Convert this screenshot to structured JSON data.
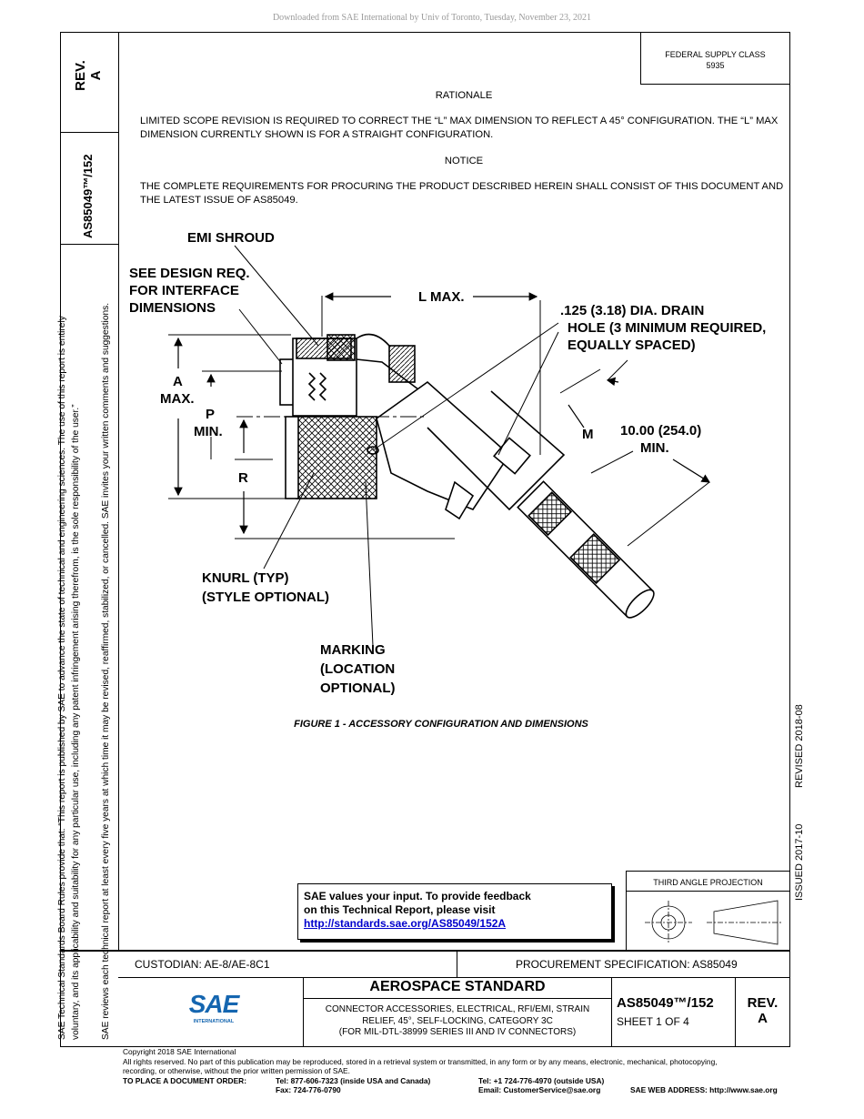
{
  "download_note": "Downloaded from SAE International by Univ of Toronto, Tuesday, November 23, 2021",
  "side": {
    "rev_label": "REV.",
    "rev_value": "A",
    "doc_number": "AS85049™/152",
    "rules_line1": "SAE Technical Standards Board Rules provide that: “This report is published by SAE to advance the state of technical and engineering sciences. The use of this report is entirely",
    "rules_line2": "voluntary, and its applicability and suitability for any particular use, including any patent infringement arising therefrom, is the sole responsibility of the user.”",
    "review_line": "SAE reviews each technical report at least every five years at which time it may be revised, reaffirmed, stabilized, or cancelled. SAE invites your written comments and suggestions."
  },
  "federal_supply": {
    "label": "FEDERAL SUPPLY CLASS",
    "value": "5935"
  },
  "rationale": {
    "heading": "RATIONALE",
    "text": "LIMITED SCOPE REVISION IS REQUIRED TO CORRECT THE “L” MAX DIMENSION TO REFLECT A 45° CONFIGURATION. THE “L” MAX DIMENSION CURRENTLY SHOWN IS FOR A STRAIGHT CONFIGURATION."
  },
  "notice": {
    "heading": "NOTICE",
    "text": "THE COMPLETE REQUIREMENTS FOR PROCURING THE PRODUCT DESCRIBED HEREIN SHALL CONSIST OF THIS DOCUMENT AND THE LATEST ISSUE OF AS85049."
  },
  "figure": {
    "labels": {
      "emi_shroud": "EMI SHROUD",
      "design_req_1": "SEE DESIGN REQ.",
      "design_req_2": "FOR INTERFACE",
      "design_req_3": "DIMENSIONS",
      "l_max": "L MAX.",
      "drain_1": ".125 (3.18) DIA. DRAIN",
      "drain_2": "HOLE (3 MINIMUM REQUIRED,",
      "drain_3": "EQUALLY SPACED)",
      "a": "A",
      "a_max": "MAX.",
      "p": "P",
      "p_min": "MIN.",
      "r": "R",
      "m": "M",
      "len_1": "10.00 (254.0)",
      "len_2": "MIN.",
      "knurl_1": "KNURL (TYP)",
      "knurl_2": "(STYLE OPTIONAL)",
      "marking_1": "MARKING",
      "marking_2": "(LOCATION",
      "marking_3": "OPTIONAL)"
    },
    "caption": "FIGURE 1 - ACCESSORY CONFIGURATION AND DIMENSIONS"
  },
  "dates": {
    "issued": "ISSUED 2017-10",
    "revised": "REVISED 2018-08"
  },
  "feedback": {
    "line1": "SAE values your input. To provide feedback",
    "line2": "on this Technical Report, please visit",
    "link": "http://standards.sae.org/AS85049/152A"
  },
  "projection_label": "THIRD ANGLE PROJECTION",
  "title_block": {
    "custodian": "CUSTODIAN: AE-8/AE-8C1",
    "procurement": "PROCUREMENT SPECIFICATION: AS85049",
    "logo_text": "SAE",
    "logo_sub": "INTERNATIONAL",
    "standard_title": "AEROSPACE STANDARD",
    "desc1": "CONNECTOR ACCESSORIES, ELECTRICAL, RFI/EMI, STRAIN",
    "desc2": "RELIEF, 45°, SELF-LOCKING, CATEGORY 3C",
    "desc3": "(FOR MIL-DTL-38999 SERIES III AND IV CONNECTORS)",
    "doc_number": "AS85049™/152",
    "sheet": "SHEET 1 OF 4",
    "rev_label": "REV.",
    "rev_value": "A"
  },
  "footer": {
    "copyright": "Copyright 2018 SAE International",
    "rights1": "All rights reserved. No part of this publication may be reproduced, stored in a retrieval system or transmitted, in any form or by any means, electronic, mechanical, photocopying,",
    "rights2": "recording, or otherwise, without the prior written permission of SAE.",
    "order_label": "TO PLACE A DOCUMENT ORDER:",
    "tel_usa": "Tel: 877-606-7323 (inside USA and Canada)",
    "fax": "Fax: 724-776-0790",
    "tel_outside": "Tel: +1 724-776-4970 (outside USA)",
    "email": "Email: CustomerService@sae.org",
    "web": "SAE WEB ADDRESS: http://www.sae.org"
  }
}
